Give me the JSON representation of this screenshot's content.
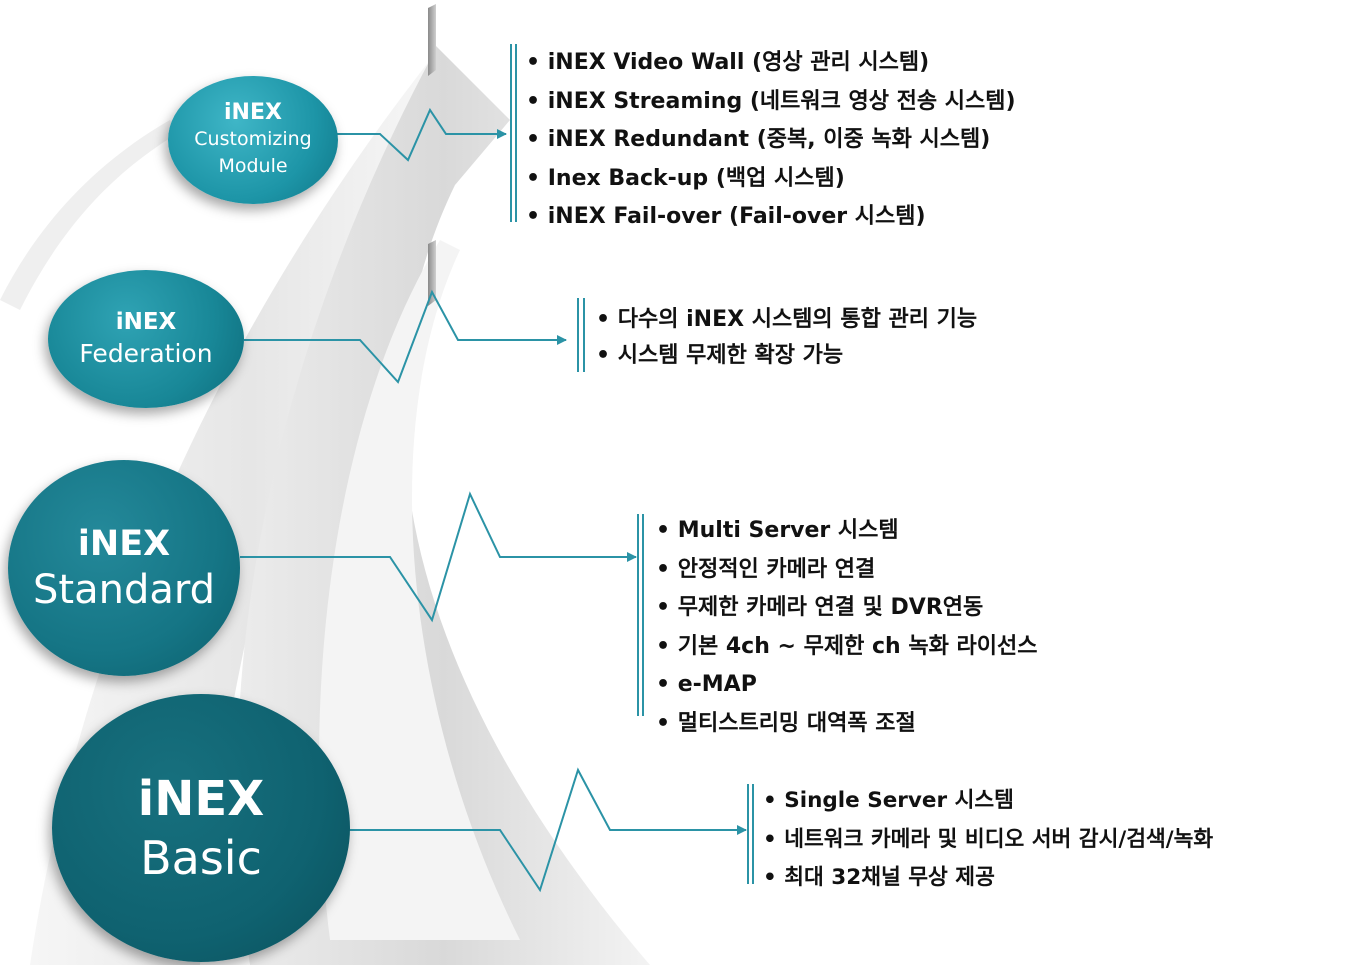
{
  "colors": {
    "line": "#2b93a6",
    "text": "#111111",
    "circle_text": "#ffffff"
  },
  "circles": {
    "customizing": {
      "line1": "iNEX",
      "line2a": "Customizing",
      "line2b": "Module"
    },
    "federation": {
      "line1": "iNEX",
      "line2": "Federation"
    },
    "standard": {
      "line1": "iNEX",
      "line2": "Standard"
    },
    "basic": {
      "line1": "iNEX",
      "line2": "Basic"
    }
  },
  "lists": {
    "customizing": [
      "iNEX Video Wall (영상 관리 시스템)",
      "iNEX Streaming  (네트워크 영상 전송 시스템)",
      "iNEX Redundant (중복, 이중 녹화 시스템)",
      "Inex Back-up  (백업 시스템)",
      "iNEX Fail-over (Fail-over 시스템)"
    ],
    "federation": [
      "다수의 iNEX 시스템의 통합 관리 기능",
      "시스템 무제한 확장 가능"
    ],
    "standard": [
      "Multi Server 시스템",
      "안정적인 카메라 연결",
      "무제한 카메라 연결 및 DVR연동",
      "기본 4ch ~ 무제한 ch 녹화 라이선스",
      "e-MAP",
      "멀티스트리밍 대역폭 조절"
    ],
    "basic": [
      "Single Server 시스템",
      "네트워크 카메라 및 비디오 서버 감시/검색/녹화",
      "최대 32채널 무상 제공"
    ]
  }
}
